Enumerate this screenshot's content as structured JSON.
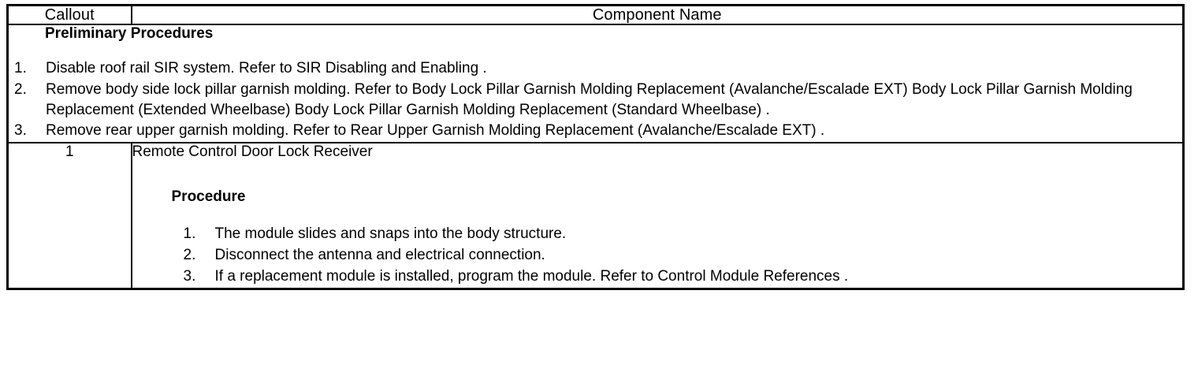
{
  "table": {
    "headers": {
      "callout": "Callout",
      "component_name": "Component Name"
    },
    "preliminary": {
      "title": "Preliminary Procedures",
      "steps": [
        {
          "number": "1.",
          "text": "Disable roof rail SIR system. Refer to SIR Disabling and Enabling ."
        },
        {
          "number": "2.",
          "text": "Remove body side lock pillar garnish molding. Refer to Body Lock Pillar Garnish Molding Replacement (Avalanche/Escalade EXT) Body Lock Pillar Garnish Molding Replacement (Extended Wheelbase) Body Lock Pillar Garnish Molding Replacement (Standard Wheelbase) ."
        },
        {
          "number": "3.",
          "text": "Remove rear upper garnish molding. Refer to Rear Upper Garnish Molding Replacement (Avalanche/Escalade EXT) ."
        }
      ]
    },
    "rows": [
      {
        "callout": "1",
        "component_name": "Remote Control Door Lock Receiver",
        "procedure_title": "Procedure",
        "procedure_steps": [
          {
            "number": "1.",
            "text": "The module slides and snaps into the body structure."
          },
          {
            "number": "2.",
            "text": "Disconnect the antenna and electrical connection."
          },
          {
            "number": "3.",
            "text": "If a replacement module is installed, program the module. Refer to Control Module References ."
          }
        ]
      }
    ]
  }
}
